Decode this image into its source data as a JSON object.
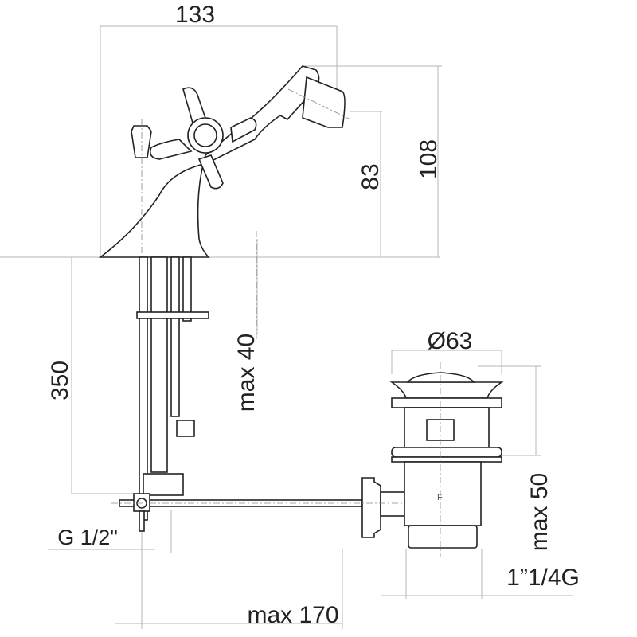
{
  "dimensions": {
    "width_total": "133",
    "height_total": "108",
    "spout_height": "83",
    "hose_length": "350",
    "deck_thickness": "max 40",
    "drain_diameter": "Ø63",
    "drain_max": "max 50",
    "drain_thread": "1”1/4G",
    "rod_length": "max 170",
    "inlet_thread": "G 1/2\""
  },
  "drain_mark": "F"
}
